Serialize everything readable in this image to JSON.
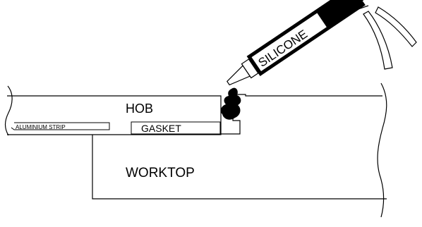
{
  "diagram": {
    "labels": {
      "hob": "HOB",
      "aluminium_strip": "ALUMINIUM STRIP",
      "gasket": "GASKET",
      "worktop": "WORKTOP",
      "silicone": "SILICONE"
    },
    "colors": {
      "line": "#000000",
      "fill": "#ffffff",
      "sealant": "#000000"
    }
  }
}
